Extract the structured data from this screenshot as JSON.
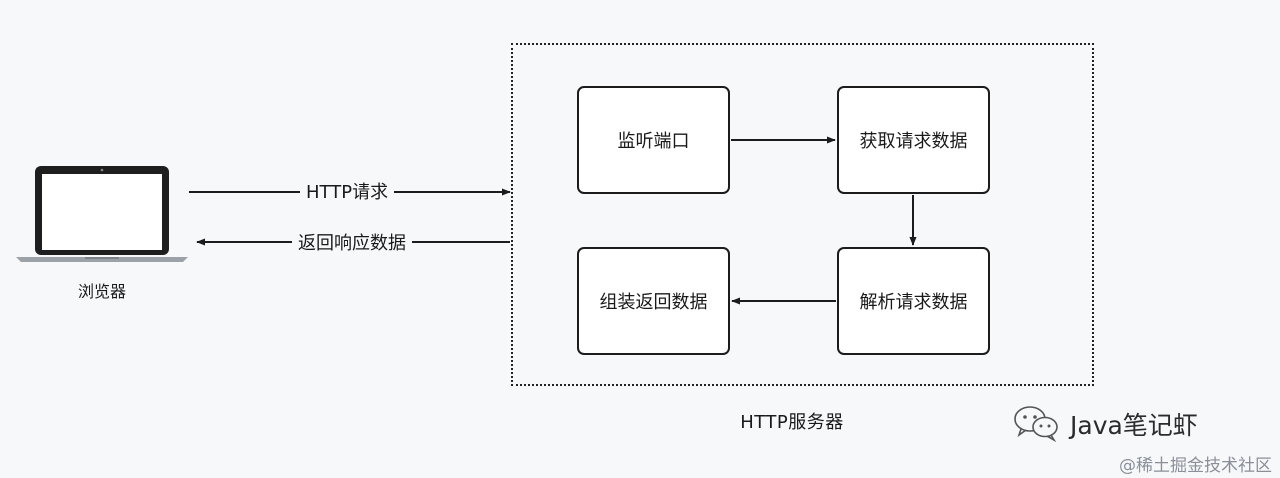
{
  "client": {
    "label": "浏览器",
    "icon": "laptop-icon"
  },
  "messages": {
    "request": "HTTP请求",
    "response": "返回响应数据"
  },
  "server": {
    "label": "HTTP服务器",
    "steps": [
      {
        "label": "监听端口"
      },
      {
        "label": "获取请求数据"
      },
      {
        "label": "解析请求数据"
      },
      {
        "label": "组装返回数据"
      }
    ]
  },
  "watermark": {
    "brand": "Java笔记虾",
    "brand_icon": "wechat-icon",
    "platform": "@稀土掘金技术社区"
  },
  "colors": {
    "stroke": "#1c1c1c",
    "background": "#f7f8fa",
    "box_fill": "#ffffff"
  }
}
